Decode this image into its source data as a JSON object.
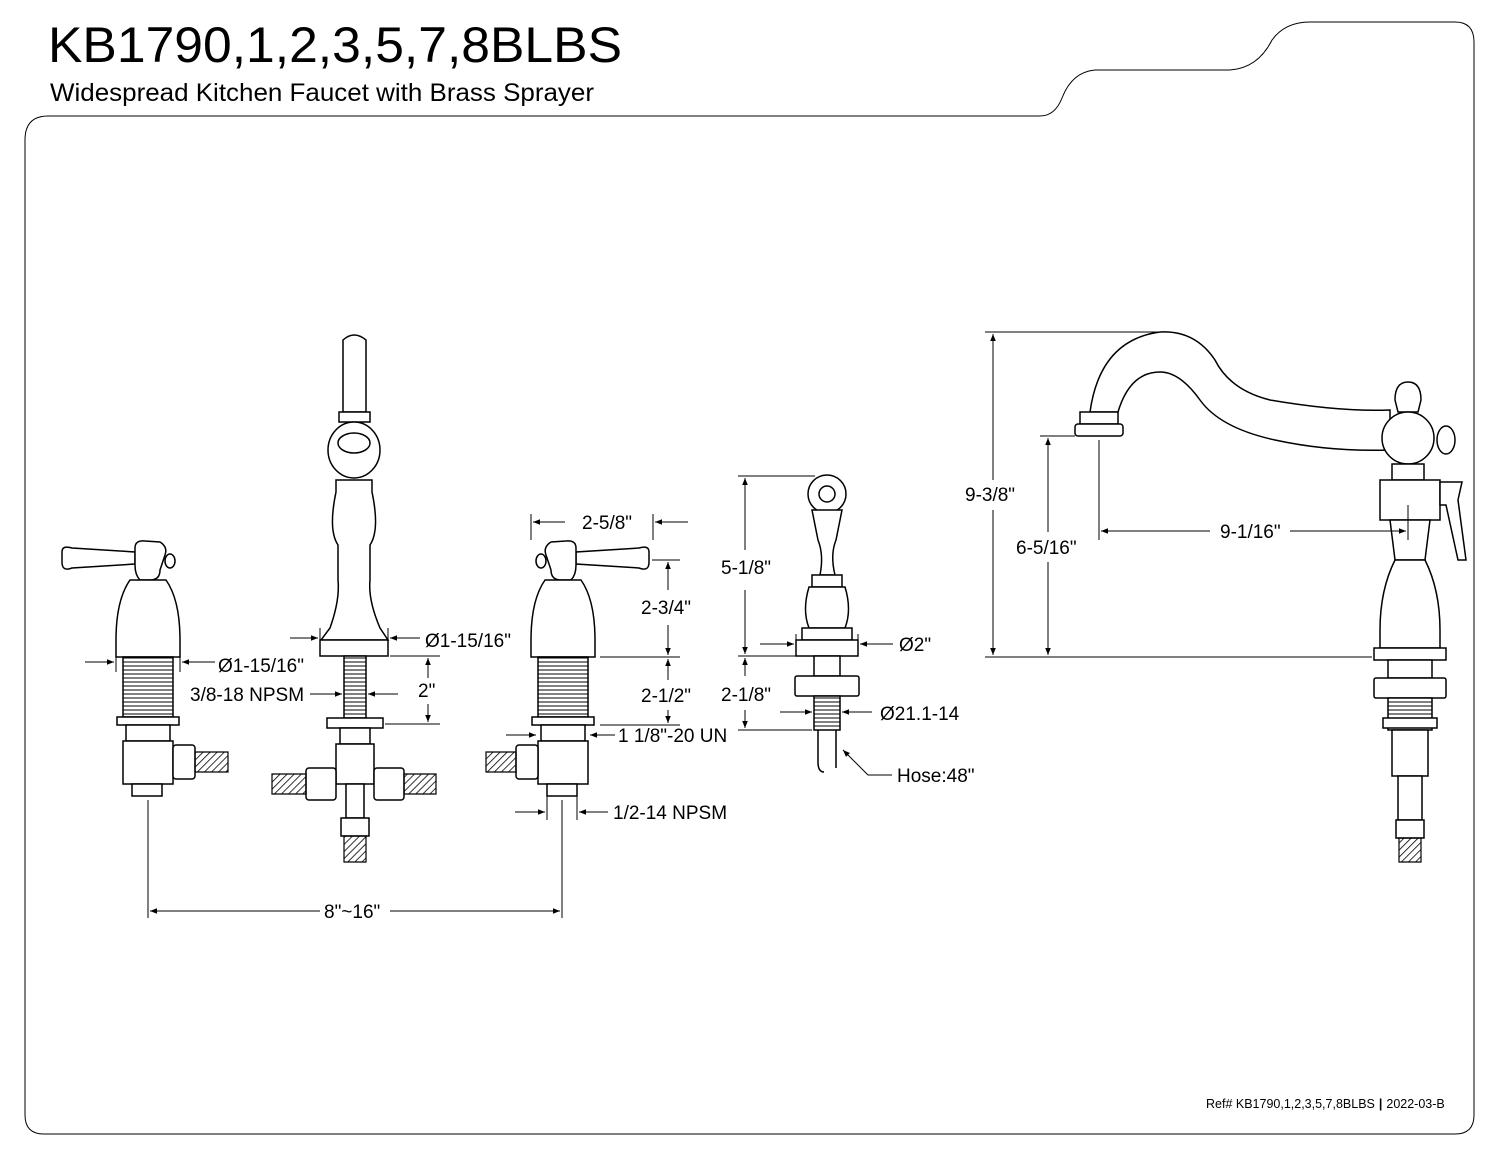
{
  "header": {
    "title": "KB1790,1,2,3,5,7,8BLBS",
    "subtitle": "Widespread Kitchen Faucet with Brass Sprayer"
  },
  "dimensions": {
    "left_handle_dia": "Ø1-15/16\"",
    "supply_thread": "3/8-18 NPSM",
    "spout_base_dia": "Ø1-15/16\"",
    "spout_shank": "2\"",
    "handle_width": "2-5/8\"",
    "handle_height": "2-3/4\"",
    "valve_shank": "2-1/2\"",
    "valve_thread": "1 1/8\"-20 UN",
    "outlet_thread": "1/2-14 NPSM",
    "center_spread": "8\"~16\"",
    "sprayer_height": "5-1/8\"",
    "sprayer_base_dia": "Ø2\"",
    "sprayer_shank": "2-1/8\"",
    "sprayer_thread": "Ø21.1-14",
    "hose_length": "Hose:48\"",
    "overall_height": "9-3/8\"",
    "spout_clearance": "6-5/16\"",
    "spout_reach": "9-1/16\""
  },
  "footer": {
    "ref": "Ref# KB1790,1,2,3,5,7,8BLBS",
    "separator": "|",
    "revision": "2022-03-B"
  }
}
